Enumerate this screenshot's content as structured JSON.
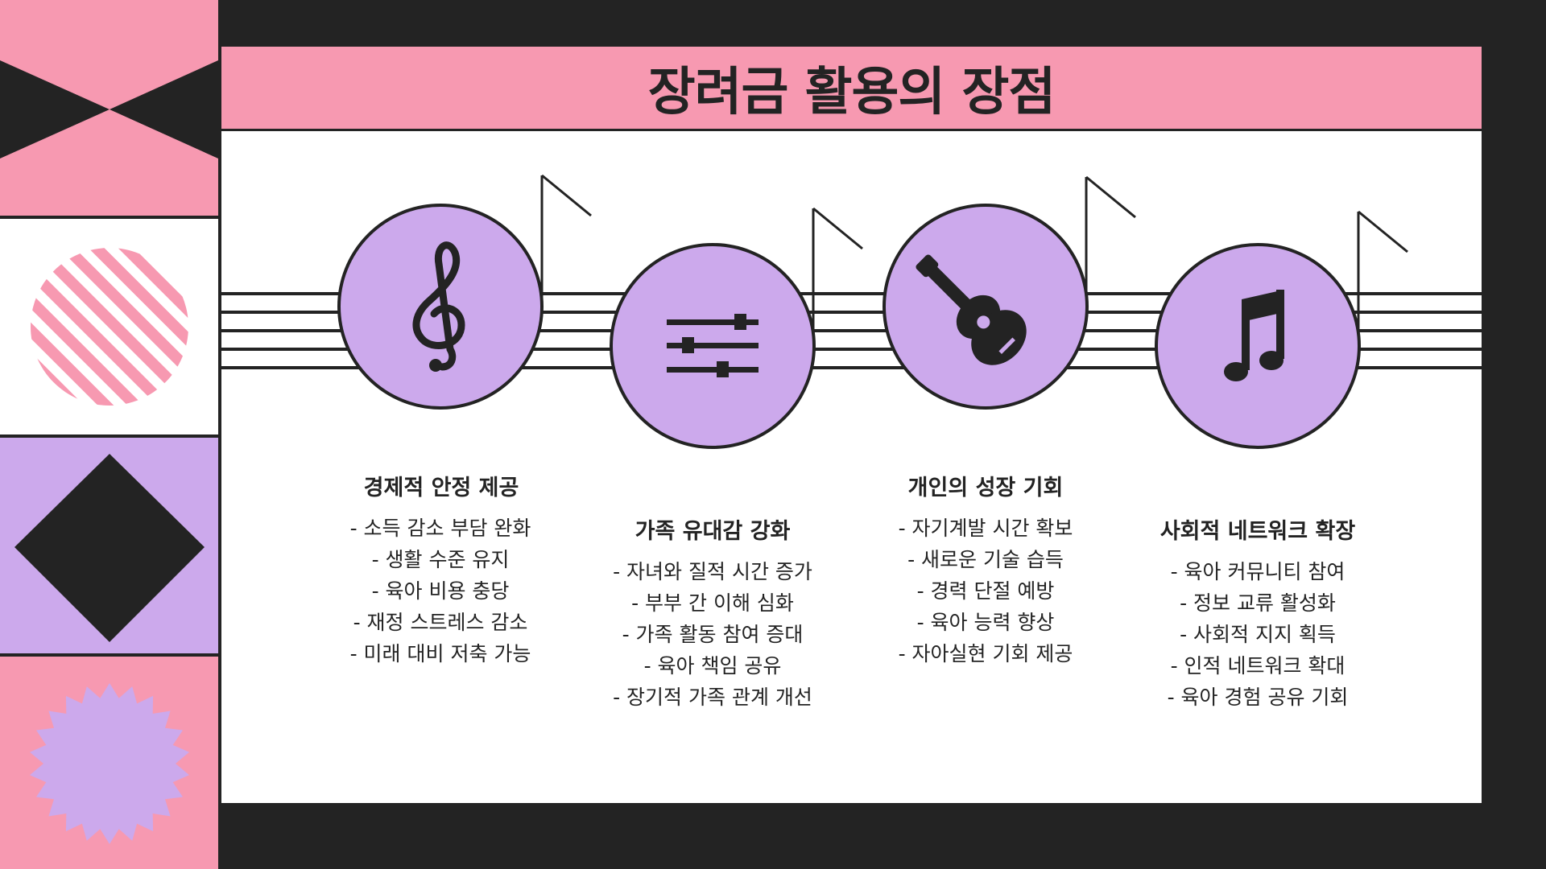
{
  "title": "장려금 활용의 장점",
  "colors": {
    "pink": "#f799b1",
    "lavender": "#cca9ec",
    "dark": "#232323",
    "white": "#ffffff"
  },
  "icons": [
    "treble-clef-icon",
    "equalizer-sliders-icon",
    "guitar-icon",
    "music-note-icon"
  ],
  "cards": [
    {
      "title": "경제적 안정 제공",
      "items": [
        "- 소득 감소 부담 완화",
        "- 생활 수준 유지",
        "- 육아 비용 충당",
        "- 재정 스트레스 감소",
        "- 미래 대비 저축 가능"
      ]
    },
    {
      "title": "가족 유대감 강화",
      "items": [
        "- 자녀와 질적 시간 증가",
        "- 부부 간 이해 심화",
        "- 가족 활동 참여 증대",
        "- 육아 책임 공유",
        "- 장기적 가족 관계 개선"
      ]
    },
    {
      "title": "개인의 성장 기회",
      "items": [
        "- 자기계발 시간 확보",
        "- 새로운 기술 습득",
        "- 경력 단절 예방",
        "- 육아 능력 향상",
        "- 자아실현 기회 제공"
      ]
    },
    {
      "title": "사회적 네트워크 확장",
      "items": [
        "- 육아 커뮤니티 참여",
        "- 정보 교류 활성화",
        "- 사회적 지지 획득",
        "- 인적 네트워크 확대",
        "- 육아 경험 공유 기회"
      ]
    }
  ]
}
